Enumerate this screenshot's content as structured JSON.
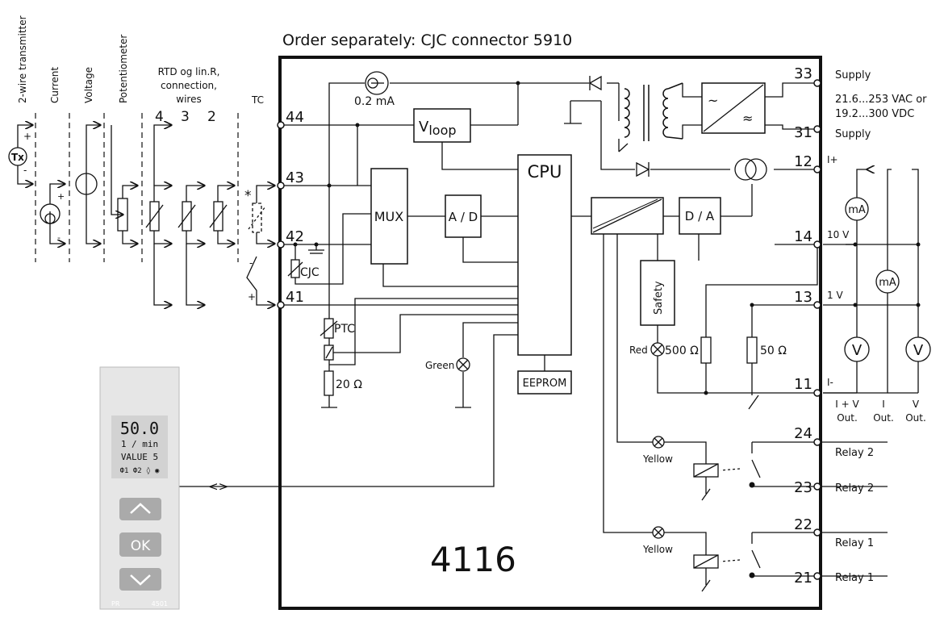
{
  "header": {
    "order_note": "Order separately: CJC connector 5910"
  },
  "inputs": {
    "transmitter": "2-wire transmitter",
    "current": "Current",
    "voltage": "Voltage",
    "potentiometer": "Potentiometer",
    "rtd_line1": "RTD og lin.R,",
    "rtd_line2": "connection,",
    "rtd_line3": "wires",
    "tc": "TC",
    "wire4": "4",
    "wire3": "3",
    "wire2": "2",
    "tx": "Tx",
    "plus": "+",
    "minus": "-",
    "star": "*"
  },
  "terminals": {
    "t44": "44",
    "t43": "43",
    "t42": "42",
    "t41": "41",
    "t33": "33",
    "t31": "31",
    "t12": "12",
    "t14": "14",
    "t13": "13",
    "t11": "11",
    "t24": "24",
    "t23": "23",
    "t22": "22",
    "t21": "21"
  },
  "blocks": {
    "cpu": "CPU",
    "mux": "MUX",
    "ad": "A / D",
    "da": "D / A",
    "eeprom": "EEPROM",
    "safety": "Safety",
    "vloop_main": "V",
    "vloop_sub": "loop",
    "cjc": "CJC",
    "ptc": "PTC",
    "r20": "20 Ω",
    "i02": "0.2 mA",
    "r500": "500 Ω",
    "r50": "50 Ω",
    "model": "4116"
  },
  "leds": {
    "green": "Green",
    "red": "Red",
    "yellow1": "Yellow",
    "yellow2": "Yellow"
  },
  "supply": {
    "label_top": "Supply",
    "range1": "21.6...253 VAC or",
    "range2": "19.2...300 VDC",
    "label_bottom": "Supply"
  },
  "outputs": {
    "i_plus": "I+",
    "v10": "10 V",
    "v1": "1 V",
    "i_minus": "I-",
    "ma": "mA",
    "v": "V",
    "col1_l1": "I + V",
    "col1_l2": "Out.",
    "col2_l1": "I",
    "col2_l2": "Out.",
    "col3_l1": "V",
    "col3_l2": "Out."
  },
  "relays": {
    "relay2a": "Relay 2",
    "relay2b": "Relay 2",
    "relay1a": "Relay 1",
    "relay1b": "Relay 1"
  },
  "display": {
    "value": "50.0",
    "unit": "1 / min",
    "tag": "VALUE 5",
    "status": "Ф1 Ф2 ◊ ◉",
    "ok": "OK",
    "footer_left": "PR",
    "footer_right": "4501",
    "link": "<>"
  }
}
